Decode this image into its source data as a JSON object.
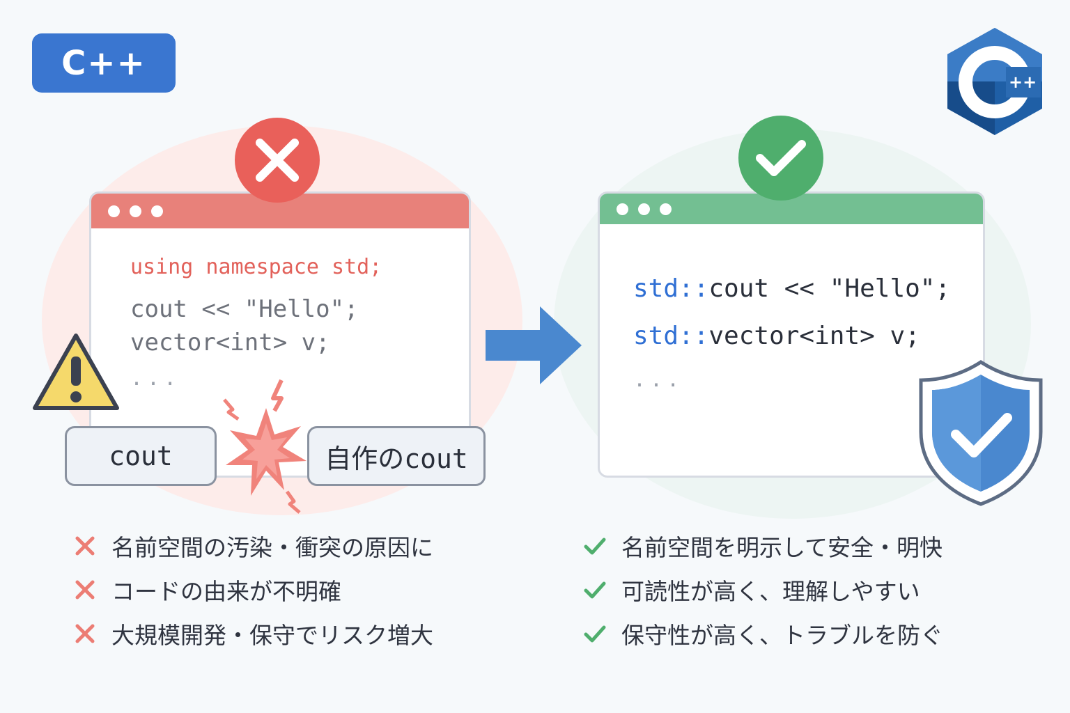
{
  "badge": {
    "label": "C++"
  },
  "bad_panel": {
    "code_lines": [
      "using namespace std;",
      "cout << \"Hello\";",
      "vector<int> v;",
      "..."
    ],
    "conflict": {
      "left_label": "cout",
      "right_label": "自作のcout"
    },
    "status": "x-icon",
    "accent": "#e9605a"
  },
  "good_panel": {
    "code_lines": [
      {
        "prefix": "std::",
        "rest": "cout << \"Hello\";"
      },
      {
        "prefix": "std::",
        "rest": "vector<int> v;"
      },
      {
        "prefix": "",
        "rest": "..."
      }
    ],
    "status": "check-icon",
    "accent": "#4fae6d"
  },
  "bad_points": [
    {
      "text": "名前空間の汚染・衝突の原因に"
    },
    {
      "text": "コードの由来が不明確"
    },
    {
      "text": "大規模開発・保守でリスク増大"
    }
  ],
  "good_points": [
    {
      "text": "名前空間を明示して安全・明快"
    },
    {
      "text": "可読性が高く、理解しやすい"
    },
    {
      "text": "保守性が高く、トラブルを防ぐ"
    }
  ],
  "colors": {
    "badge": "#3a76d0",
    "arrow": "#4a88cf",
    "bad_header": "#e8817a",
    "good_header": "#73bf92",
    "shield": "#4a88cf",
    "warning": "#f5d96b"
  },
  "icons": [
    "cpp-logo-icon",
    "warning-icon",
    "conflict-burst-icon",
    "arrow-right-icon",
    "shield-check-icon"
  ]
}
